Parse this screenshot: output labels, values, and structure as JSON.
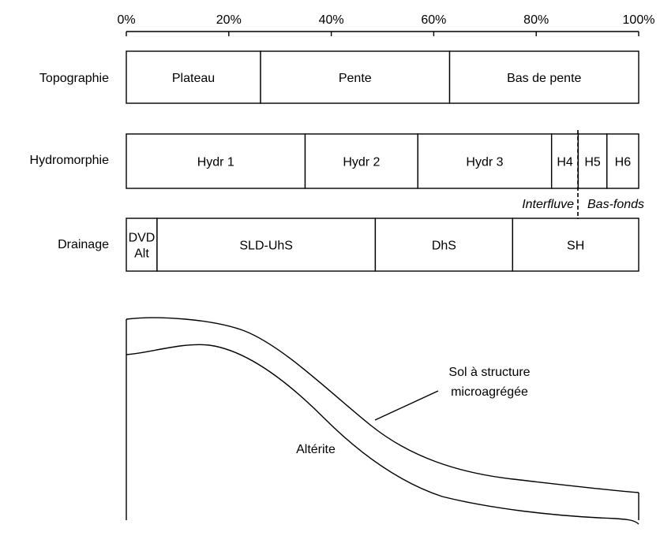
{
  "axis": {
    "ticks": [
      "0%",
      "20%",
      "40%",
      "60%",
      "80%",
      "100%"
    ]
  },
  "rows": {
    "topographie": {
      "label": "Topographie",
      "segments": [
        {
          "text": "Plateau",
          "start": 0,
          "end": 26.2
        },
        {
          "text": "Pente",
          "start": 26.2,
          "end": 63.1
        },
        {
          "text": "Bas de pente",
          "start": 63.1,
          "end": 100
        }
      ]
    },
    "hydromorphie": {
      "label": "Hydromorphie",
      "segments": [
        {
          "text": "Hydr 1",
          "start": 0,
          "end": 34.9
        },
        {
          "text": "Hydr 2",
          "start": 34.9,
          "end": 56.9
        },
        {
          "text": "Hydr 3",
          "start": 56.9,
          "end": 83.0
        },
        {
          "text": "H4",
          "start": 83.0,
          "end": 88.2
        },
        {
          "text": "H5",
          "start": 88.2,
          "end": 93.8
        },
        {
          "text": "H6",
          "start": 93.8,
          "end": 100
        }
      ]
    },
    "drainage": {
      "label": "Drainage",
      "segments": [
        {
          "text": "DVD",
          "text2": "Alt",
          "start": 0,
          "end": 6.0
        },
        {
          "text": "SLD-UhS",
          "start": 6.0,
          "end": 48.6
        },
        {
          "text": "DhS",
          "start": 48.6,
          "end": 75.4
        },
        {
          "text": "SH",
          "start": 75.4,
          "end": 100
        }
      ]
    }
  },
  "divider": {
    "left_label": "Interfluve",
    "right_label": "Bas-fonds"
  },
  "profile": {
    "upper_label_line1": "Sol à structure",
    "upper_label_line2": "microagrégée",
    "lower_label": "Altérite"
  }
}
